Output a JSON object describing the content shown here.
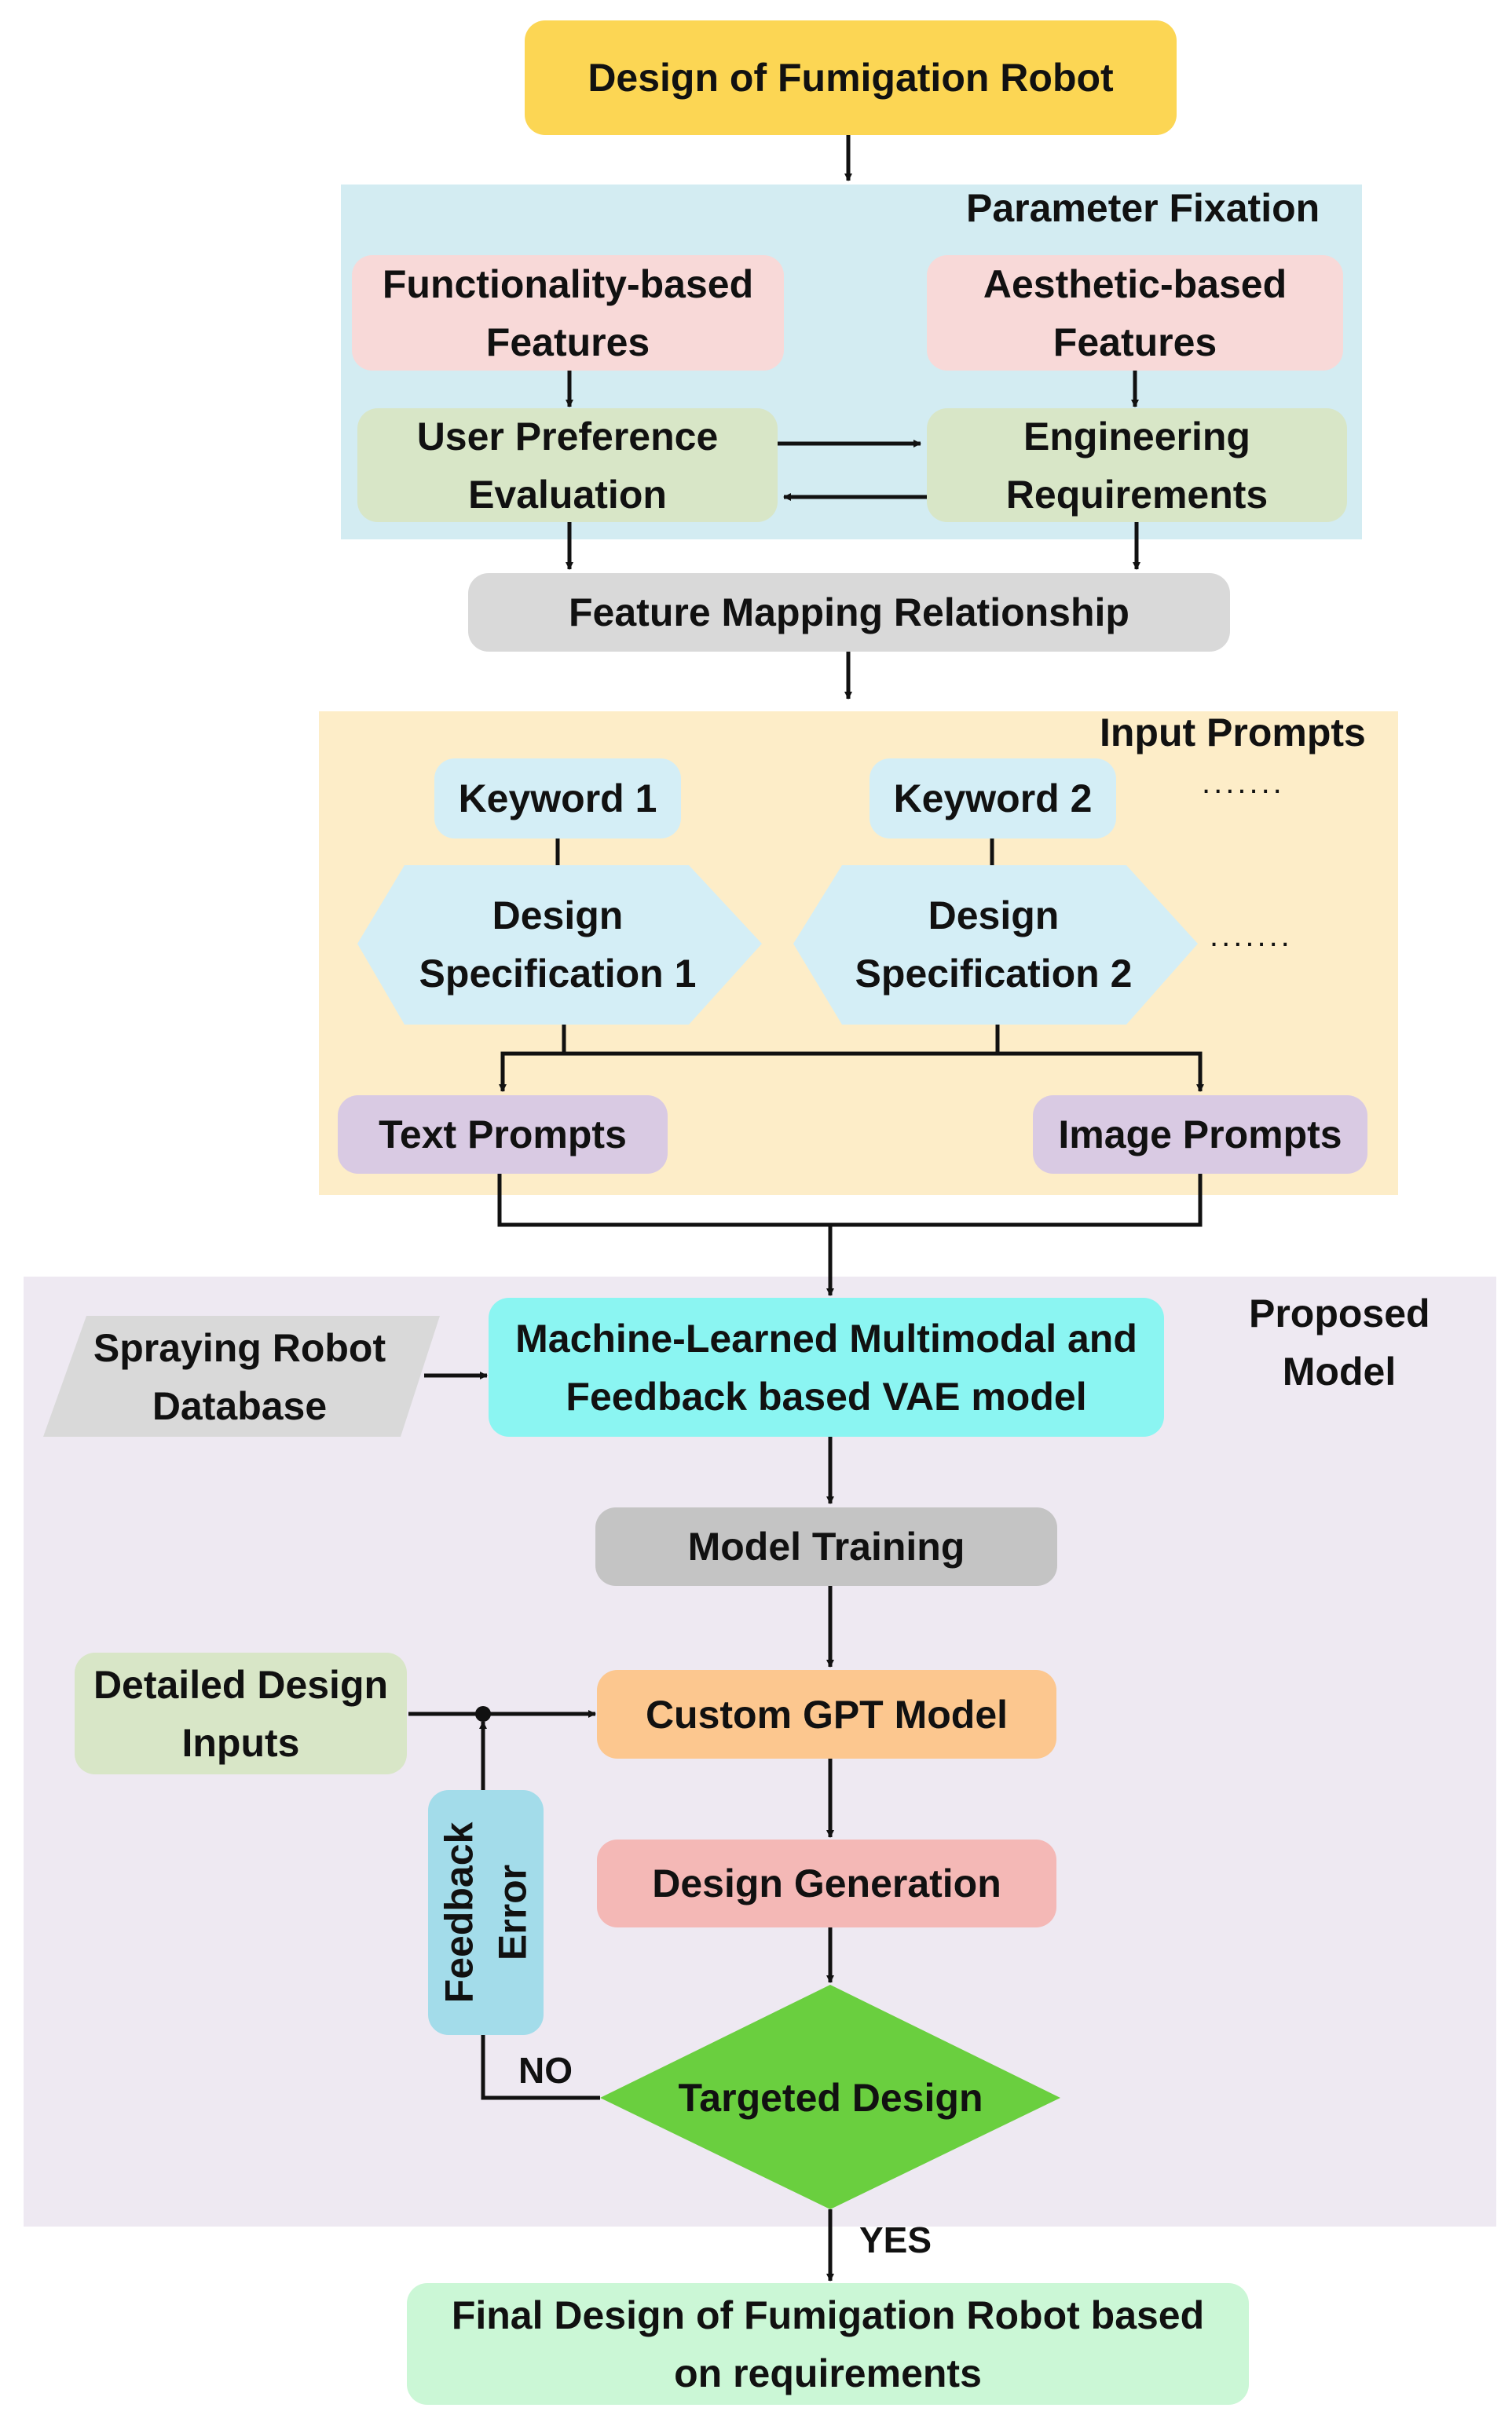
{
  "nodes": {
    "design_fumigation_robot": "Design of Fumigation Robot",
    "functionality_features": "Functionality-based Features",
    "aesthetic_features": "Aesthetic-based Features",
    "user_preference": "User Preference Evaluation",
    "engineering_requirements": "Engineering Requirements",
    "feature_mapping": "Feature Mapping Relationship",
    "keyword_1": "Keyword 1",
    "keyword_2": "Keyword 2",
    "design_spec_1": "Design Specification 1",
    "design_spec_2": "Design Specification 2",
    "text_prompts": "Text Prompts",
    "image_prompts": "Image Prompts",
    "spraying_robot_database": "Spraying Robot Database",
    "vae_model": "Machine-Learned Multimodal and Feedback based VAE model",
    "model_training": "Model Training",
    "detailed_design_inputs": "Detailed Design Inputs",
    "custom_gpt_model": "Custom GPT Model",
    "design_generation": "Design Generation",
    "feedback_error": "Feedback Error",
    "targeted_design": "Targeted Design",
    "final_design": "Final Design of Fumigation Robot based on requirements"
  },
  "regions": {
    "parameter_fixation": "Parameter Fixation",
    "input_prompts": "Input Prompts",
    "proposed_model": "Proposed Model"
  },
  "labels": {
    "no": "NO",
    "yes": "YES",
    "ellipsis_1": ".......",
    "ellipsis_2": "......."
  },
  "colors": {
    "start": "#FCD654",
    "parameter_region": "#D3ECF2",
    "input_region": "#FDEDC8",
    "model_region": "#EEE9F2",
    "pink": "#F8D9D8",
    "green_light": "#D8E6C7",
    "gray": "#D9D9D9",
    "gray_dark": "#C4C4C4",
    "light_blue": "#D4EEF6",
    "purple": "#D9CAE3",
    "cyan": "#8BF5F2",
    "parallelogram": "#D9D9D9",
    "orange": "#FCC78F",
    "rose": "#F4B8B6",
    "diamond": "#6ACF3F",
    "feedback": "#A3DCEA",
    "final": "#CBF7D6"
  }
}
